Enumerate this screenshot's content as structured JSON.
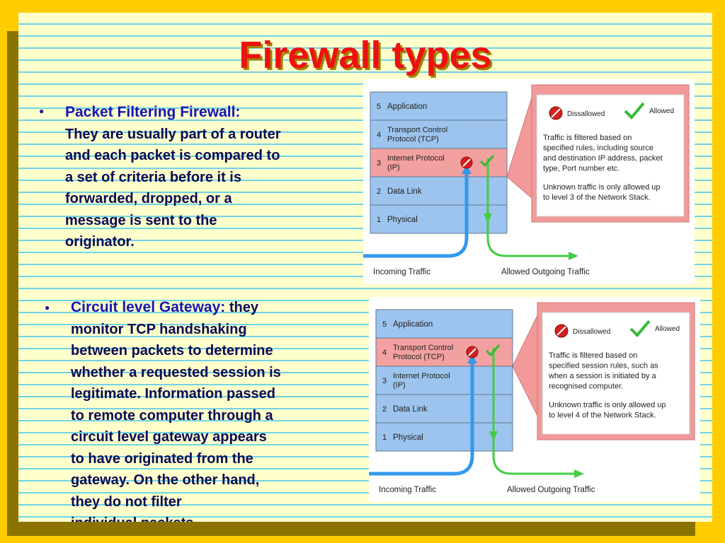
{
  "title": "Firewall types",
  "sections": [
    {
      "heading": "Packet Filtering Firewall",
      "sep": ":",
      "lines": [
        "They are usually part of a router",
        "and each packet is compared to",
        "a set of criteria before it is",
        "forwarded, dropped, or a",
        "message is sent to the",
        "originator."
      ],
      "diagram": {
        "layers": [
          {
            "num": "5",
            "label": [
              "Application"
            ]
          },
          {
            "num": "4",
            "label": [
              "Transport Control",
              "Protocol (TCP)"
            ]
          },
          {
            "num": "3",
            "label": [
              "Internet Protocol",
              "(IP)"
            ]
          },
          {
            "num": "2",
            "label": [
              "Data Link"
            ]
          },
          {
            "num": "1",
            "label": [
              "Physical"
            ]
          }
        ],
        "filter_layer": 3,
        "disallowed_label": "Dissallowed",
        "allowed_label": "Allowed",
        "desc1": [
          "Traffic is filtered based on",
          "specified rules, including source",
          "and destination IP address, packet",
          "type, Port number etc."
        ],
        "desc2": [
          "Unknown traffic is only allowed up",
          "to level 3 of the Network Stack."
        ],
        "incoming_label": "Incoming Traffic",
        "outgoing_label": "Allowed Outgoing Traffic"
      }
    },
    {
      "heading": "Circuit level Gateway",
      "sep": ":",
      "lines": [
        "they",
        "monitor TCP handshaking",
        "between packets to determine",
        "whether a requested session is",
        "legitimate. Information passed",
        "to remote computer through a",
        "circuit level gateway appears",
        "to have originated from the",
        "gateway. On the other hand,",
        "they do not filter",
        "individual packets."
      ],
      "diagram": {
        "layers": [
          {
            "num": "5",
            "label": [
              "Application"
            ]
          },
          {
            "num": "4",
            "label": [
              "Transport Control",
              "Protocol (TCP)"
            ]
          },
          {
            "num": "3",
            "label": [
              "Internet Protocol",
              "(IP)"
            ]
          },
          {
            "num": "2",
            "label": [
              "Data Link"
            ]
          },
          {
            "num": "1",
            "label": [
              "Physical"
            ]
          }
        ],
        "filter_layer": 4,
        "disallowed_label": "Dissallowed",
        "allowed_label": "Allowed",
        "desc1": [
          "Traffic is filtered based on",
          "specified session rules, such as",
          "when a session is initiated by a",
          "recognised computer."
        ],
        "desc2": [
          "Unknown traffic is only allowed up",
          "to level 4 of the Network Stack."
        ],
        "incoming_label": "Incoming Traffic",
        "outgoing_label": "Allowed Outgoing Traffic"
      }
    }
  ],
  "colors": {
    "title": "#ee1111",
    "heading": "#1515b5",
    "body_text": "#0a0a55",
    "layer_fill": "#9cc4ee",
    "highlight_fill": "#f2a0a0",
    "callout_fill": "#f29a9a",
    "incoming_arrow": "#3399ee",
    "outgoing_arrow": "#44cc44",
    "disallowed": "#d42020",
    "allowed": "#33bb33"
  },
  "icons": {
    "bullet": "bullet-dot-icon",
    "disallowed": "no-entry-icon",
    "allowed": "checkmark-icon"
  }
}
